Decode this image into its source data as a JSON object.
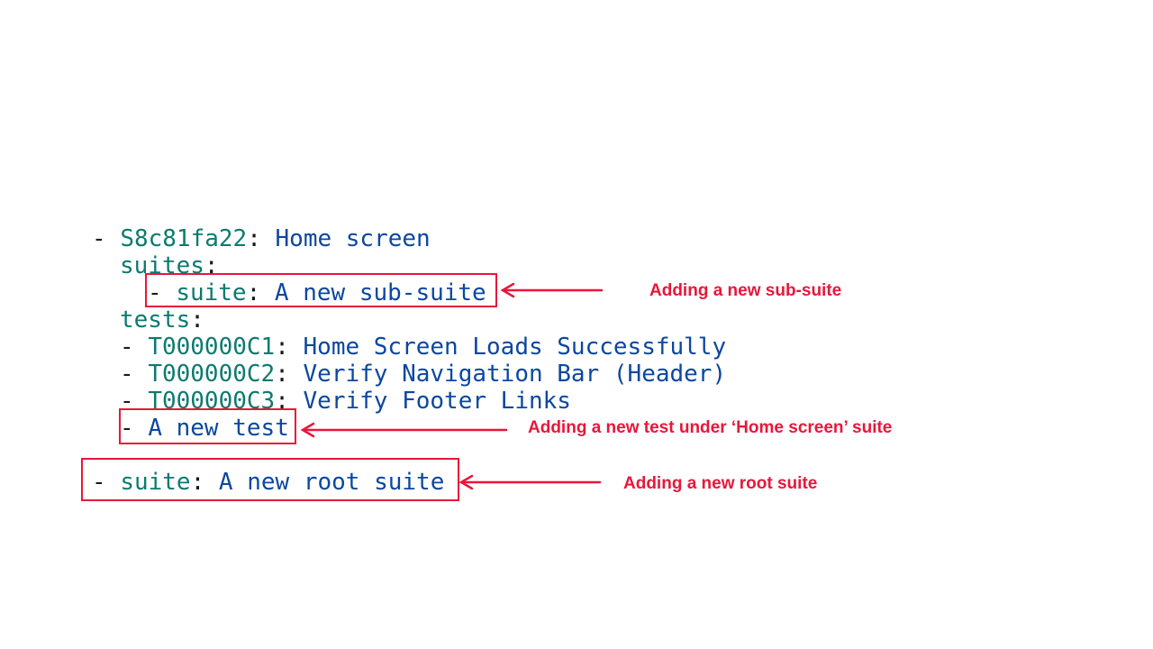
{
  "root_suite": {
    "dash": "-",
    "id": "S8c81fa22",
    "colon": ":",
    "title": "Home screen"
  },
  "suites_key": "suites",
  "suites_colon": ":",
  "sub_suite": {
    "dash": "-",
    "key": "suite",
    "colon": ":",
    "title": "A new sub-suite"
  },
  "tests_key": "tests",
  "tests_colon": ":",
  "tests": [
    {
      "dash": "-",
      "id": "T000000C1",
      "colon": ":",
      "title": "Home Screen Loads Successfully"
    },
    {
      "dash": "-",
      "id": "T000000C2",
      "colon": ":",
      "title": "Verify Navigation Bar (Header)"
    },
    {
      "dash": "-",
      "id": "T000000C3",
      "colon": ":",
      "title": "Verify Footer Links"
    }
  ],
  "new_test": {
    "dash": "-",
    "title": "A new test"
  },
  "new_root_suite": {
    "dash": "-",
    "key": "suite",
    "colon": ":",
    "title": "A new root suite"
  },
  "annotations": {
    "sub_suite": "Adding a new sub-suite",
    "new_test": "Adding a new test under ‘Home screen’ suite",
    "root_suite": "Adding a new root suite"
  },
  "colors": {
    "key": "#0d7a6f",
    "value": "#0b47a1",
    "highlight": "#e8173a"
  }
}
